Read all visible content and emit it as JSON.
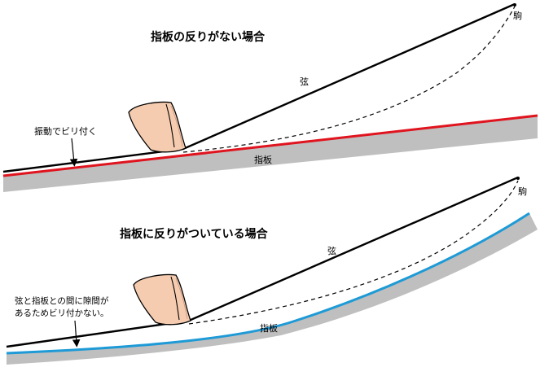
{
  "top": {
    "title": "指板の反りがない場合",
    "string_label": "弦",
    "bridge_label": "駒",
    "fingerboard_label": "指板",
    "note": "振動でビリ付く"
  },
  "bottom": {
    "title": "指板に反りがついている場合",
    "string_label": "弦",
    "bridge_label": "駒",
    "fingerboard_label": "指板",
    "note_line1": "弦と指板との間に隙間が",
    "note_line2": "あるためビリ付かない。"
  },
  "colors": {
    "fingerboard_fill": "#bfbfbf",
    "flat_board_edge": "#e0141e",
    "relief_board_edge": "#1e9ad6",
    "string": "#000000",
    "finger_skin": "#f6ccb0"
  }
}
